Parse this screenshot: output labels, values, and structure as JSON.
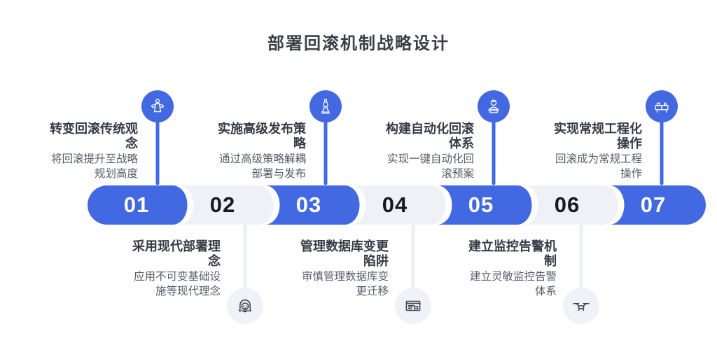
{
  "title": "部署回滚机制战略设计",
  "colors": {
    "primary_blue": "#4268E2",
    "light_segment": "#EFF1F6",
    "connector_light": "#EDEFF5",
    "heading_text": "#3A3F48",
    "step_title_text": "#363B46",
    "step_subtitle_text": "#575D69",
    "number_on_blue": "#FFFFFF",
    "number_on_light": "#17191E",
    "background": "#FFFFFF"
  },
  "steps": [
    {
      "num": "01",
      "position": "top",
      "icon": "person-figure",
      "title": "转变回滚传统观\n念",
      "subtitle": "将回滚提升至战略\n规划高度"
    },
    {
      "num": "02",
      "position": "bottom",
      "icon": "woman-face",
      "title": "采用现代部署理\n念",
      "subtitle": "应用不可变基础设\n施等现代理念"
    },
    {
      "num": "03",
      "position": "top",
      "icon": "chess-piece",
      "title": "实施高级发布策\n略",
      "subtitle": "通过高级策略解耦\n部署与发布"
    },
    {
      "num": "04",
      "position": "bottom",
      "icon": "id-card",
      "title": "管理数据库变更\n陷阱",
      "subtitle": "审慎管理数据库变\n更迁移"
    },
    {
      "num": "05",
      "position": "top",
      "icon": "statue-bust",
      "title": "构建自动化回滚\n体系",
      "subtitle": "实现一键自动化回\n滚预案"
    },
    {
      "num": "06",
      "position": "bottom",
      "icon": "drone",
      "title": "建立监控告警机\n制",
      "subtitle": "建立灵敏监控告警\n体系"
    },
    {
      "num": "07",
      "position": "top",
      "icon": "workbench",
      "title": "实现常规工程化\n操作",
      "subtitle": "回滚成为常规工程\n操作"
    }
  ]
}
